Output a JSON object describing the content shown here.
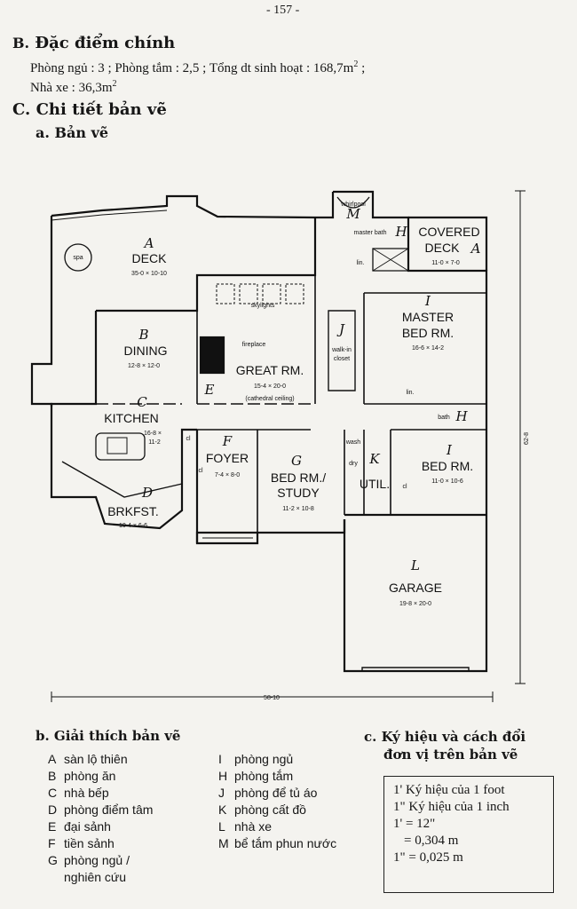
{
  "page_number": "- 157 -",
  "section_b": {
    "letter": "B.",
    "title": "Đặc điểm chính"
  },
  "specs": {
    "line1_a": "Phòng ngủ : 3   ;   Phòng tắm : 2,5   ;   Tổng dt sinh hoạt : 168,7m",
    "line1_sup": "2",
    "line1_end": " ;",
    "line2_a": "Nhà xe : 36,3m",
    "line2_sup": "2"
  },
  "section_c": {
    "letter": "C.",
    "title": "Chi tiết bản vẽ"
  },
  "sub_a": "a. Bản vẽ",
  "plan": {
    "rooms": [
      {
        "letter": "A",
        "name": "DECK",
        "dims": "35-0 × 10-10"
      },
      {
        "letter": "B",
        "name": "DINING",
        "dims": "12-8 × 12-0"
      },
      {
        "letter": "C",
        "name": "KITCHEN",
        "dims": "16-8 ×",
        "dims2": "11-2"
      },
      {
        "letter": "D",
        "name": "BRKFST.",
        "dims": "10-4 × 6-6"
      },
      {
        "letter": "E",
        "name": "GREAT RM.",
        "dims": "15-4 × 20-0",
        "note": "(cathedral ceiling)"
      },
      {
        "letter": "F",
        "name": "FOYER",
        "dims": "7-4 × 8-0"
      },
      {
        "letter": "G",
        "name": "BED RM./",
        "name2": "STUDY",
        "dims": "11-2 × 10-8"
      },
      {
        "letter": "H",
        "name": "master bath",
        "name2": "bath"
      },
      {
        "letter": "I",
        "name": "MASTER",
        "name2": "BED RM.",
        "dims": "16-6 × 14-2"
      },
      {
        "letter": "I",
        "name": "BED RM.",
        "dims": "11-0 × 10-6"
      },
      {
        "letter": "J",
        "name": "walk-in",
        "name2": "closet"
      },
      {
        "letter": "K",
        "name": "UTIL."
      },
      {
        "letter": "L",
        "name": "GARAGE",
        "dims": "19-8 × 20-0"
      },
      {
        "letter": "A",
        "name": "COVERED",
        "name2": "DECK",
        "dims": "11-0 × 7-0"
      },
      {
        "letter": "M",
        "name": "whirlpool"
      }
    ],
    "labels": {
      "spa": "spa",
      "skylights": "skylights",
      "fireplace": "fireplace",
      "lin": "lin.",
      "cl": "cl",
      "wash": "wash",
      "dry": "dry",
      "width": "58-10",
      "depth": "62-8"
    }
  },
  "legend": {
    "title": "b. Giải thích bản vẽ",
    "col1": [
      {
        "k": "A",
        "v": "sàn lộ thiên"
      },
      {
        "k": "B",
        "v": "phòng ăn"
      },
      {
        "k": "C",
        "v": "nhà bếp"
      },
      {
        "k": "D",
        "v": "phòng điểm tâm"
      },
      {
        "k": "E",
        "v": "đại sảnh"
      },
      {
        "k": "F",
        "v": "tiền sảnh"
      },
      {
        "k": "G",
        "v": "phòng ngủ /"
      },
      {
        "k": "",
        "v": "nghiên cứu"
      }
    ],
    "col2": [
      {
        "k": "I",
        "v": "phòng ngủ"
      },
      {
        "k": "H",
        "v": "phòng tắm"
      },
      {
        "k": "J",
        "v": "phòng để tủ áo"
      },
      {
        "k": "K",
        "v": "phòng cất đồ"
      },
      {
        "k": "L",
        "v": "nhà xe"
      },
      {
        "k": "M",
        "v": "bể tắm phun nước"
      }
    ]
  },
  "symbols": {
    "title1": "c. Ký hiệu và cách đổi",
    "title2": "đơn vị trên bản vẽ",
    "lines": [
      "1' Ký hiệu của 1 foot",
      "1\" Ký hiệu của 1 inch",
      "1' = 12\"",
      "= 0,304 m",
      "1\" = 0,025 m"
    ]
  }
}
